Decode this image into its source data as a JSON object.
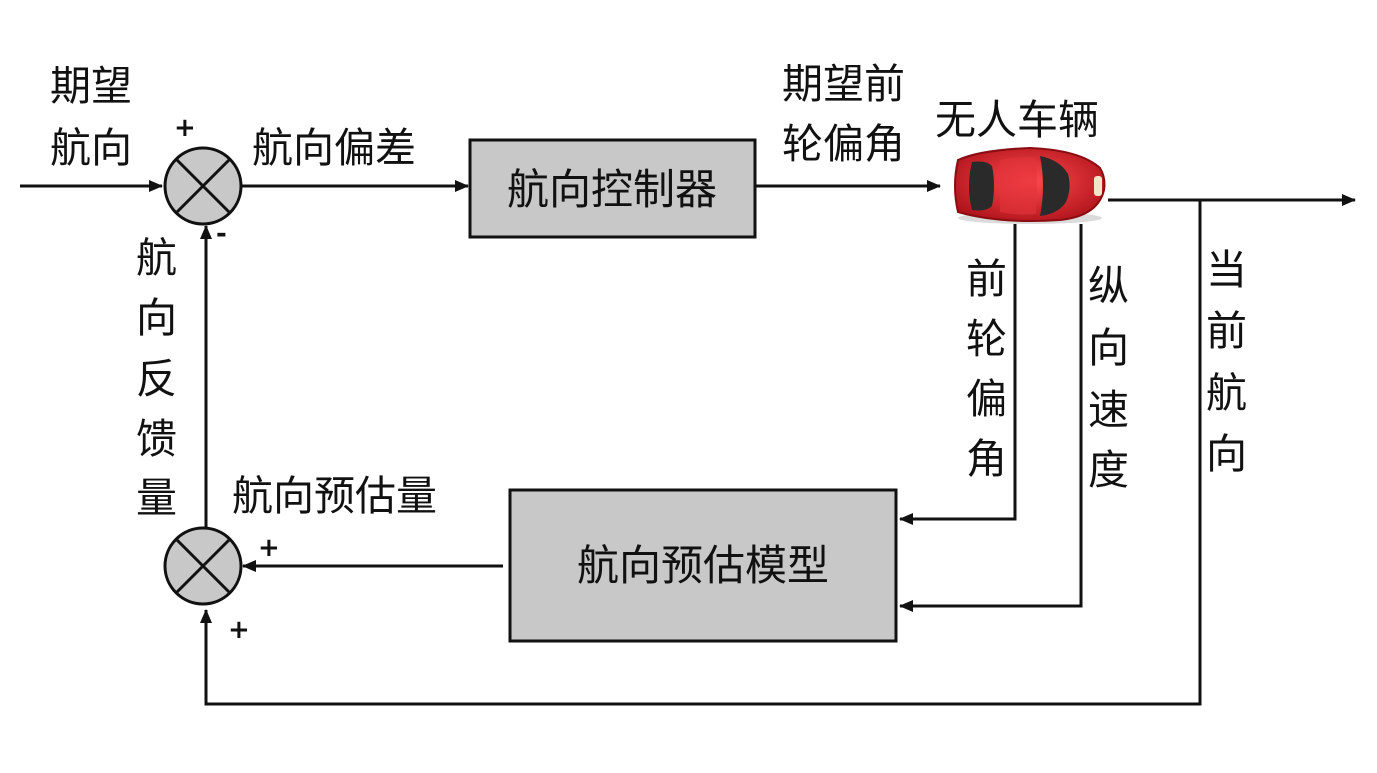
{
  "inputs": {
    "desired_heading": [
      "期望",
      "航向"
    ]
  },
  "signals": {
    "heading_error": "航向偏差",
    "desired_steer": [
      "期望前",
      "轮偏角"
    ],
    "vehicle": "无人车辆",
    "front_steer": [
      "前",
      "轮",
      "偏",
      "角"
    ],
    "long_speed": [
      "纵",
      "向",
      "速",
      "度"
    ],
    "current_heading": [
      "当",
      "前",
      "航",
      "向"
    ],
    "heading_feedback": [
      "航",
      "向",
      "反",
      "馈",
      "量"
    ],
    "heading_estimate": "航向预估量"
  },
  "blocks": {
    "controller": "航向控制器",
    "estimator": "航向预估模型"
  },
  "signs": {
    "sum1_plus": "+",
    "sum1_minus": "-",
    "sum2_plus_right": "+",
    "sum2_plus_bottom": "+"
  },
  "colors": {
    "block_fill": "#c8c8c8",
    "summer_fill": "#c8c8c8",
    "line": "#111111",
    "car_body": "#d8262b"
  }
}
